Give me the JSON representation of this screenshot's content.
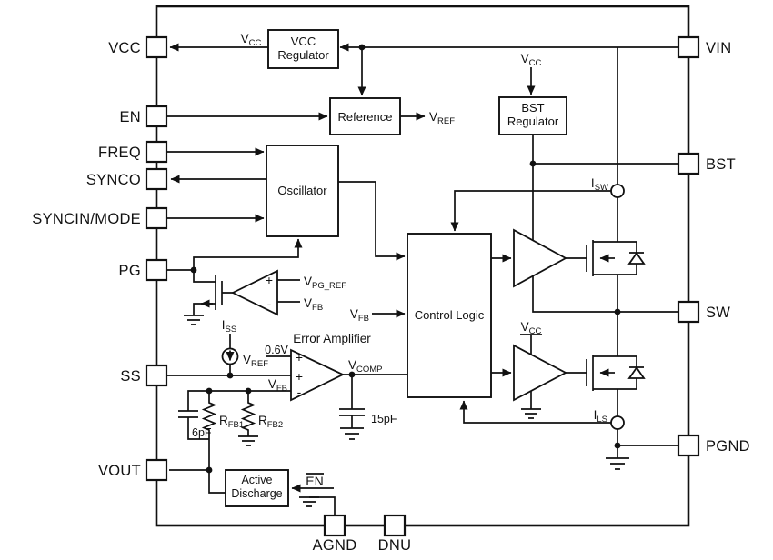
{
  "diagram": {
    "pins": {
      "left": [
        "VCC",
        "EN",
        "FREQ",
        "SYNCO",
        "SYNCIN/MODE",
        "PG",
        "SS",
        "VOUT"
      ],
      "right": [
        "VIN",
        "BST",
        "SW",
        "PGND"
      ],
      "bottom": [
        "AGND",
        "DNU"
      ]
    },
    "blocks": {
      "vcc_regulator": {
        "line1": "VCC",
        "line2": "Regulator"
      },
      "reference": {
        "label": "Reference"
      },
      "bst_regulator": {
        "line1": "BST",
        "line2": "Regulator"
      },
      "oscillator": {
        "label": "Oscillator"
      },
      "control_logic": {
        "label": "Control Logic"
      },
      "error_amplifier": {
        "label": "Error Amplifier"
      },
      "active_discharge": {
        "line1": "Active",
        "line2": "Discharge"
      }
    },
    "signals": {
      "vcc_out": {
        "main": "V",
        "sub": "CC"
      },
      "vcc_bst": {
        "main": "V",
        "sub": "CC"
      },
      "vcc_lsdrv": {
        "main": "V",
        "sub": "CC"
      },
      "vref_out": {
        "main": "V",
        "sub": "REF"
      },
      "vref_ss": {
        "main": "V",
        "sub": "REF"
      },
      "vpg_ref": {
        "main": "V",
        "sub": "PG_REF"
      },
      "vfb_pg": {
        "main": "V",
        "sub": "FB"
      },
      "vfb_ea": {
        "main": "V",
        "sub": "FB"
      },
      "vfb_cl": {
        "main": "V",
        "sub": "FB"
      },
      "vcomp": {
        "main": "V",
        "sub": "COMP"
      },
      "iss": {
        "main": "I",
        "sub": "SS"
      },
      "isw": {
        "main": "I",
        "sub": "SW"
      },
      "ils": {
        "main": "I",
        "sub": "LS"
      },
      "rfb1": {
        "main": "R",
        "sub": "FB1"
      },
      "rfb2": {
        "main": "R",
        "sub": "FB2"
      },
      "en_bar": "EN"
    },
    "values": {
      "ea_ref": "0.6V",
      "comp_cap": "15pF",
      "ff_cap": "6pF"
    },
    "symbols": {
      "plus": "+",
      "minus": "-"
    }
  }
}
